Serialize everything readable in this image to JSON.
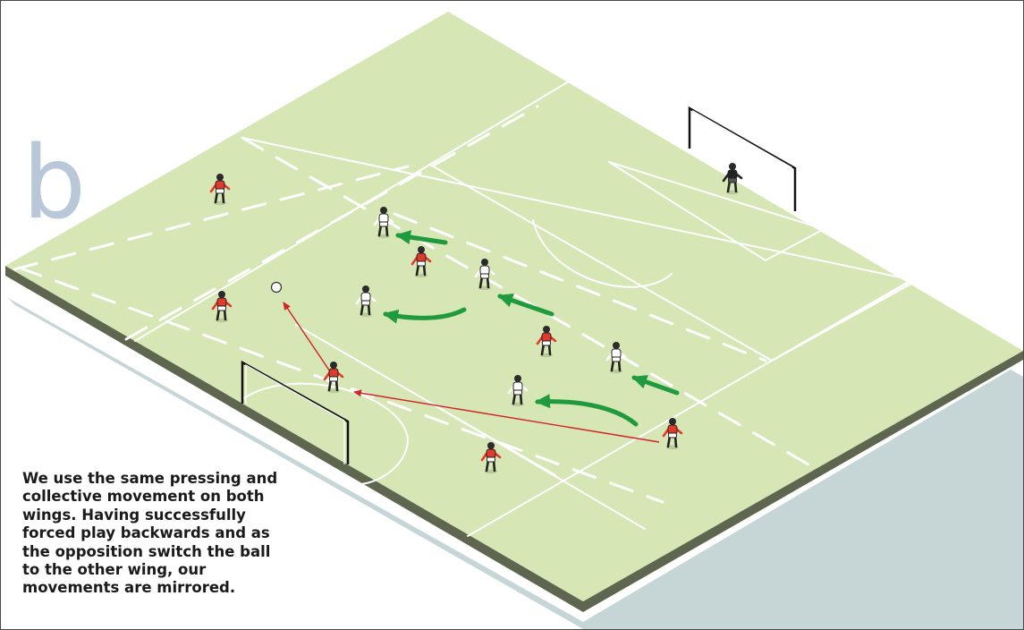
{
  "diagram": {
    "panel_letter": "b",
    "caption": "We use the same pressing and collective movement on both wings. Having successfully forced play backwards and as the opposition switch the ball to the other wing, our movements are mirrored.",
    "colors": {
      "pitch": "#d6e6b4",
      "pitch_side": "#5f6650",
      "pitch_shadow": "#c6d6d6",
      "lines": "#ffffff",
      "pressing_arrows": "#1f9a3f",
      "pass_lines": "#d2232a",
      "red_team": "#e03a2c",
      "white_team": "#ffffff",
      "goalkeeper": "#222222"
    },
    "teams": [
      {
        "team": "red",
        "role": "opposition in possession"
      },
      {
        "team": "white",
        "role": "our team pressing"
      },
      {
        "team": "goalkeeper",
        "role": "goalkeeper"
      }
    ],
    "icons": [
      "ball-icon",
      "goal-icon",
      "player-icon",
      "arrow-icon"
    ]
  }
}
